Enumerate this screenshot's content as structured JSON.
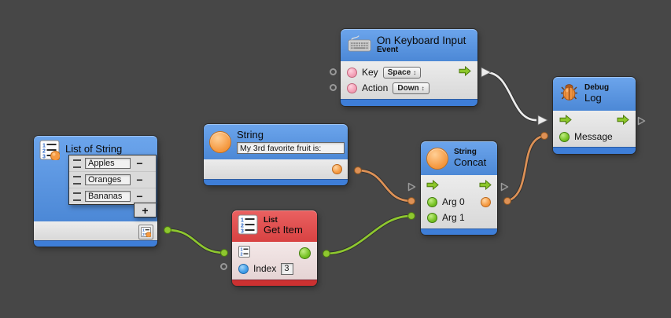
{
  "canvas": {
    "background": "#474747"
  },
  "nodes": {
    "keyboard": {
      "title": "On Keyboard Input",
      "subtitle": "Event",
      "ports": [
        {
          "label": "Key",
          "value": "Space"
        },
        {
          "label": "Action",
          "value": "Down"
        }
      ]
    },
    "debug": {
      "subtitle": "Debug",
      "title": "Log",
      "ports": [
        {
          "label": "Message"
        }
      ]
    },
    "list": {
      "title": "List of String",
      "items": [
        "Apples",
        "Oranges",
        "Bananas"
      ],
      "remove_label": "−",
      "add_label": "+"
    },
    "string": {
      "title": "String",
      "value": "My 3rd favorite fruit is:"
    },
    "get_item": {
      "subtitle": "List",
      "title": "Get Item",
      "index_label": "Index",
      "index_value": "3"
    },
    "concat": {
      "subtitle": "String",
      "title": "Concat",
      "args": [
        "Arg 0",
        "Arg 1"
      ]
    }
  },
  "icons": {
    "dropdown_arrow": "↕"
  },
  "colors": {
    "background": "#474747",
    "header_blue": "#5b97e3",
    "header_red": "#dd4b4b",
    "footer_blue": "#3e7ed8",
    "footer_red": "#cb3131",
    "wire_flow": "#ececec",
    "wire_string": "#dd9156",
    "wire_list": "#8ec72f",
    "port_pink": "#f3a0b7",
    "port_green": "#77c325",
    "port_orange": "#f59a42",
    "port_blue": "#409de8"
  },
  "connections": [
    {
      "from": "on-keyboard-input.flow-out",
      "to": "debug-log.flow-in",
      "type": "flow"
    },
    {
      "from": "string.value-out",
      "to": "string-concat.arg-0",
      "type": "string"
    },
    {
      "from": "list-of-string.list-out",
      "to": "list-get-item.list-in",
      "type": "list"
    },
    {
      "from": "list-get-item.item-out",
      "to": "string-concat.arg-1",
      "type": "list"
    },
    {
      "from": "string-concat.result-out",
      "to": "debug-log.message",
      "type": "string"
    }
  ]
}
